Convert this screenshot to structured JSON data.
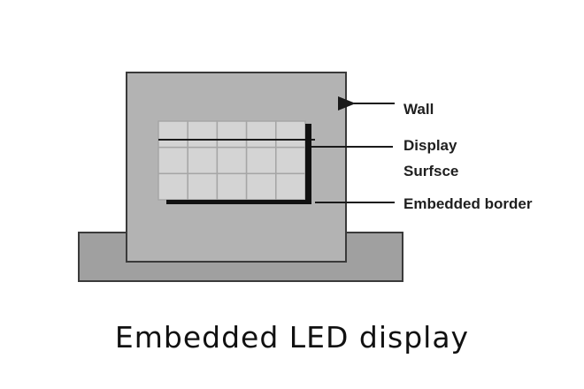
{
  "labels": {
    "wall": "Wall",
    "display_line1": "Display",
    "display_line2": "Surfsce",
    "embedded_border": "Embedded border"
  },
  "caption": "Embedded LED display",
  "display_grid": {
    "rows": 3,
    "columns": 5
  },
  "colors": {
    "base": "#a0a0a0",
    "wall": "#b3b3b3",
    "display_cell": "#d4d4d4",
    "grid_lines": "#a6a6a6",
    "border_bar": "#111111",
    "outline": "#3a3a3a"
  }
}
